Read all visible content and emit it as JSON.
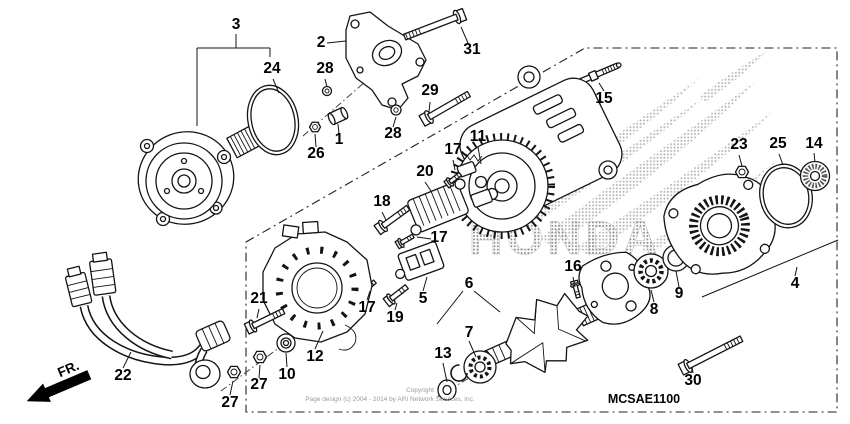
{
  "diagram": {
    "code": "MCSAE1100",
    "fr_label": "FR.",
    "watermark": "HONDA",
    "copyright": {
      "line1": "Copyright",
      "line2": "Page design (c) 2004 - 2014 by ARI Network Services, Inc."
    },
    "labels": {
      "l1": "1",
      "l2": "2",
      "l3": "3",
      "l4": "4",
      "l5": "5",
      "l6": "6",
      "l7": "7",
      "l8": "8",
      "l9": "9",
      "l10": "10",
      "l11": "11",
      "l12": "12",
      "l13": "13",
      "l14": "14",
      "l15": "15",
      "l16": "16",
      "l17a": "17",
      "l17b": "17",
      "l17c": "17",
      "l18": "18",
      "l19": "19",
      "l20": "20",
      "l21": "21",
      "l22": "22",
      "l23": "23",
      "l24": "24",
      "l25": "25",
      "l26": "26",
      "l27a": "27",
      "l27b": "27",
      "l28a": "28",
      "l28b": "28",
      "l29": "29",
      "l30": "30",
      "l31": "31"
    }
  }
}
